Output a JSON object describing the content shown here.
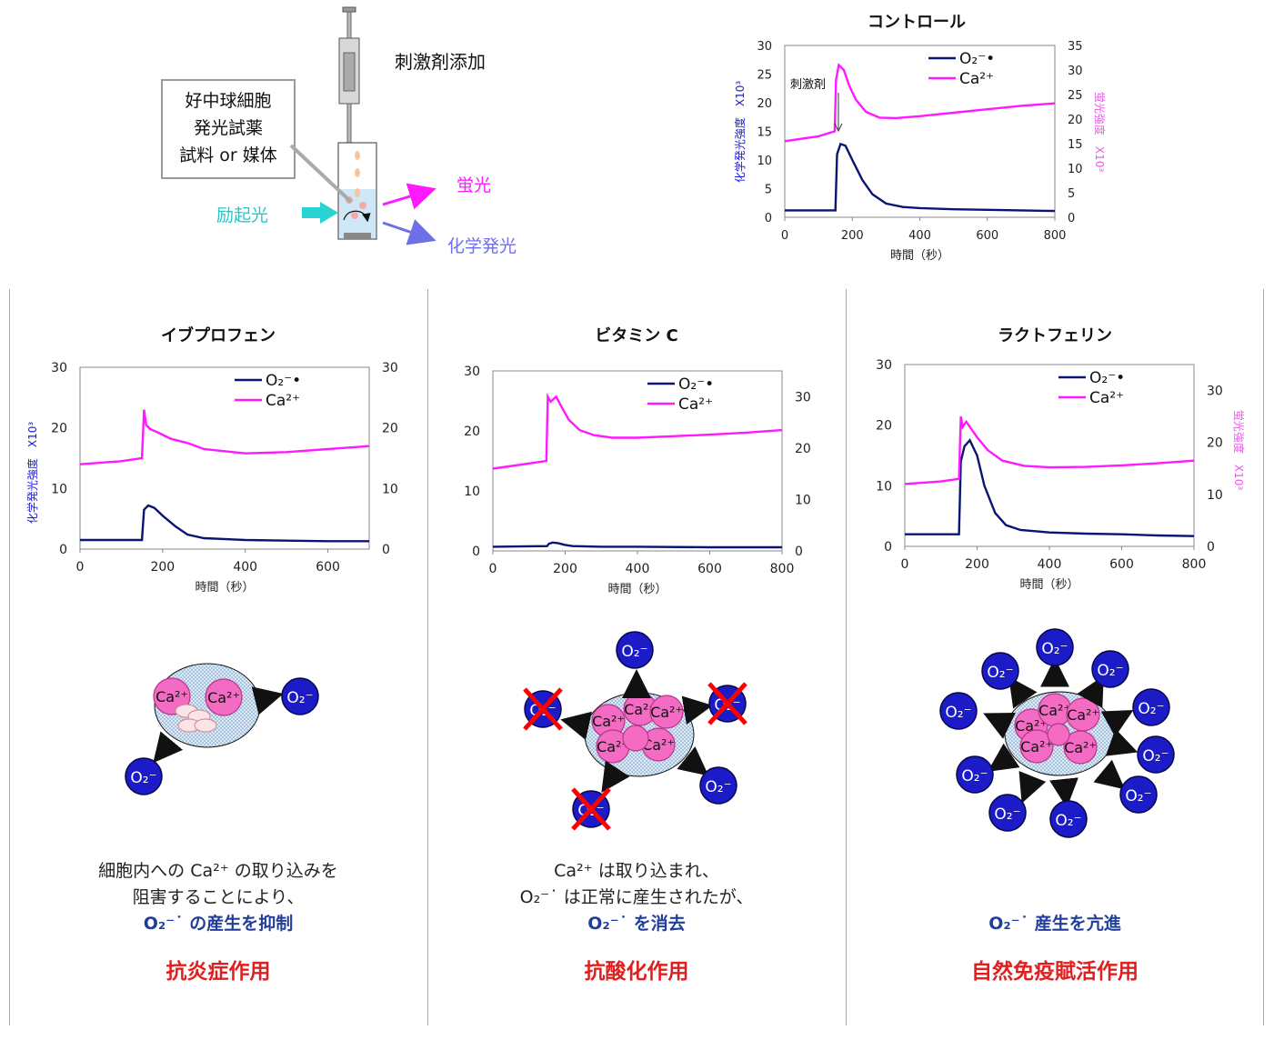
{
  "colors": {
    "o2": "#0a1473",
    "ca": "#ff19ff",
    "excitation": "#27d3d3",
    "fluorescence": "#ff19ff",
    "chemi": "#6f6fe8",
    "title_blue": "#213f9a",
    "effect_red": "#e02020",
    "o2_ball": "#1b1bc8",
    "ca_ball": "#f36bc3",
    "cross": "#ff0000",
    "ylabel_left": "#1a1ad0",
    "ylabel_right": "#e85ce8"
  },
  "apparatus": {
    "stimulant": "刺激剤添加",
    "box_lines": [
      "好中球細胞",
      "発光試薬",
      "試料 or 媒体"
    ],
    "excitation": "励起光",
    "fluorescence": "蛍光",
    "chemiluminescence": "化学発光"
  },
  "common": {
    "xlabel": "時間（秒）",
    "ylabel_left": "化学発光強度　X10³",
    "ylabel_right": "蛍光強度　X10³",
    "legend_o2": "O₂⁻•",
    "legend_ca": "Ca²⁺",
    "stim_label": "刺激剤"
  },
  "chart_data": [
    {
      "id": "control",
      "type": "line",
      "title": "コントロール",
      "xlabel": "時間（秒）",
      "ylabel_left": "化学発光強度　X10³",
      "ylabel_right": "蛍光強度　X10³",
      "xlim": [
        0,
        800
      ],
      "xticks": [
        0,
        200,
        400,
        600,
        800
      ],
      "ylim_left": [
        0,
        30
      ],
      "yticks_left": [
        0,
        5,
        10,
        15,
        20,
        25,
        30
      ],
      "ylim_right": [
        0,
        35
      ],
      "yticks_right": [
        0,
        5,
        10,
        15,
        20,
        25,
        30,
        35
      ],
      "annotation": {
        "text": "刺激剤",
        "x": 140
      },
      "legend": "top-right",
      "series": [
        {
          "name": "O₂⁻•",
          "axis": "left",
          "x": [
            0,
            140,
            150,
            155,
            165,
            180,
            200,
            230,
            260,
            300,
            350,
            400,
            500,
            600,
            700,
            800
          ],
          "y": [
            1.2,
            1.2,
            1.2,
            11.0,
            12.8,
            12.5,
            10.0,
            6.5,
            4.0,
            2.4,
            1.8,
            1.6,
            1.4,
            1.3,
            1.2,
            1.1
          ]
        },
        {
          "name": "Ca²⁺",
          "axis": "right",
          "x": [
            0,
            100,
            148,
            152,
            160,
            175,
            190,
            210,
            240,
            280,
            330,
            400,
            500,
            600,
            700,
            800
          ],
          "y": [
            15.5,
            16.5,
            17.5,
            28.0,
            31.0,
            30.0,
            27.0,
            24.0,
            21.5,
            20.3,
            20.2,
            20.6,
            21.3,
            22.0,
            22.7,
            23.2
          ]
        }
      ]
    },
    {
      "id": "ibuprofen",
      "type": "line",
      "title": "イブプロフェン",
      "xlabel": "時間（秒）",
      "ylabel_left": "化学発光強度　X10³",
      "xlim": [
        0,
        700
      ],
      "xticks": [
        0,
        200,
        400,
        600
      ],
      "ylim_left": [
        0,
        30
      ],
      "yticks_left": [
        0,
        10,
        20,
        30
      ],
      "ylim_right": [
        0,
        30
      ],
      "yticks_right": [
        0,
        10,
        20,
        30
      ],
      "legend": "top-right",
      "series": [
        {
          "name": "O₂⁻•",
          "axis": "left",
          "x": [
            0,
            140,
            150,
            155,
            165,
            180,
            200,
            230,
            260,
            300,
            400,
            500,
            600,
            700
          ],
          "y": [
            1.5,
            1.5,
            1.5,
            6.5,
            7.2,
            6.8,
            5.5,
            3.8,
            2.4,
            1.8,
            1.5,
            1.4,
            1.3,
            1.3
          ]
        },
        {
          "name": "Ca²⁺",
          "axis": "right",
          "x": [
            0,
            100,
            150,
            155,
            160,
            170,
            190,
            220,
            260,
            300,
            400,
            500,
            600,
            700
          ],
          "y": [
            14.0,
            14.5,
            15.0,
            23.0,
            20.5,
            19.8,
            19.2,
            18.2,
            17.5,
            16.5,
            15.8,
            16.0,
            16.5,
            17.0
          ]
        }
      ]
    },
    {
      "id": "vitamin_c",
      "type": "line",
      "title": "ビタミン C",
      "xlabel": "時間（秒）",
      "xlim": [
        0,
        800
      ],
      "xticks": [
        0,
        200,
        400,
        600,
        800
      ],
      "ylim_left": [
        0,
        30
      ],
      "yticks_left": [
        0,
        10,
        20,
        30
      ],
      "ylim_right": [
        0,
        35
      ],
      "yticks_right": [
        0,
        10,
        20,
        30
      ],
      "legend": "top-right",
      "series": [
        {
          "name": "O₂⁻•",
          "axis": "left",
          "x": [
            0,
            150,
            155,
            165,
            180,
            200,
            220,
            300,
            400,
            600,
            800
          ],
          "y": [
            0.7,
            0.8,
            1.2,
            1.4,
            1.3,
            1.0,
            0.8,
            0.7,
            0.7,
            0.6,
            0.6
          ]
        },
        {
          "name": "Ca²⁺",
          "axis": "right",
          "x": [
            0,
            100,
            148,
            152,
            160,
            175,
            190,
            210,
            240,
            280,
            330,
            400,
            500,
            600,
            700,
            800
          ],
          "y": [
            16.0,
            17.0,
            17.5,
            30.0,
            29.0,
            30.0,
            28.0,
            25.5,
            23.5,
            22.5,
            22.0,
            22.0,
            22.3,
            22.6,
            23.0,
            23.5
          ]
        }
      ]
    },
    {
      "id": "lactoferrin",
      "type": "line",
      "title": "ラクトフェリン",
      "xlabel": "時間（秒）",
      "ylabel_right": "蛍光強度　X10³",
      "xlim": [
        0,
        800
      ],
      "xticks": [
        0,
        200,
        400,
        600,
        800
      ],
      "ylim_left": [
        0,
        30
      ],
      "yticks_left": [
        0,
        10,
        20,
        30
      ],
      "ylim_right": [
        0,
        35
      ],
      "yticks_right": [
        0,
        10,
        20,
        30
      ],
      "legend": "top-right",
      "series": [
        {
          "name": "O₂⁻•",
          "axis": "left",
          "x": [
            0,
            140,
            150,
            155,
            165,
            180,
            200,
            220,
            250,
            280,
            320,
            400,
            500,
            600,
            700,
            800
          ],
          "y": [
            2.0,
            2.0,
            2.0,
            14.0,
            16.5,
            17.5,
            15.0,
            10.0,
            5.5,
            3.5,
            2.7,
            2.3,
            2.1,
            2.0,
            1.8,
            1.7
          ]
        },
        {
          "name": "Ca²⁺",
          "axis": "right",
          "x": [
            0,
            100,
            150,
            155,
            160,
            170,
            180,
            200,
            230,
            270,
            330,
            400,
            500,
            600,
            700,
            800
          ],
          "y": [
            12.0,
            12.5,
            13.0,
            25.0,
            23.0,
            24.0,
            23.0,
            21.0,
            18.5,
            16.5,
            15.5,
            15.2,
            15.3,
            15.6,
            16.0,
            16.5
          ]
        }
      ]
    }
  ],
  "diagrams": [
    {
      "id": "ibuprofen",
      "o2_label": "O₂⁻",
      "ca_label": "Ca²⁺"
    },
    {
      "id": "vitamin_c",
      "o2_label": "O₂⁻",
      "ca_label": "Ca²⁺"
    },
    {
      "id": "lactoferrin",
      "o2_label": "O₂⁻",
      "ca_label": "Ca²⁺"
    }
  ],
  "captions": [
    {
      "lines": [
        "細胞内への Ca²⁺ の取り込みを",
        "阻害することにより、"
      ],
      "highlight": "O₂⁻˙ の産生を抑制",
      "effect": "抗炎症作用"
    },
    {
      "lines": [
        "Ca²⁺ は取り込まれ、",
        "O₂⁻˙ は正常に産生されたが、"
      ],
      "highlight": "O₂⁻˙ を消去",
      "effect": "抗酸化作用"
    },
    {
      "lines": [],
      "highlight": "O₂⁻˙ 産生を亢進",
      "effect": "自然免疫賦活作用"
    }
  ]
}
